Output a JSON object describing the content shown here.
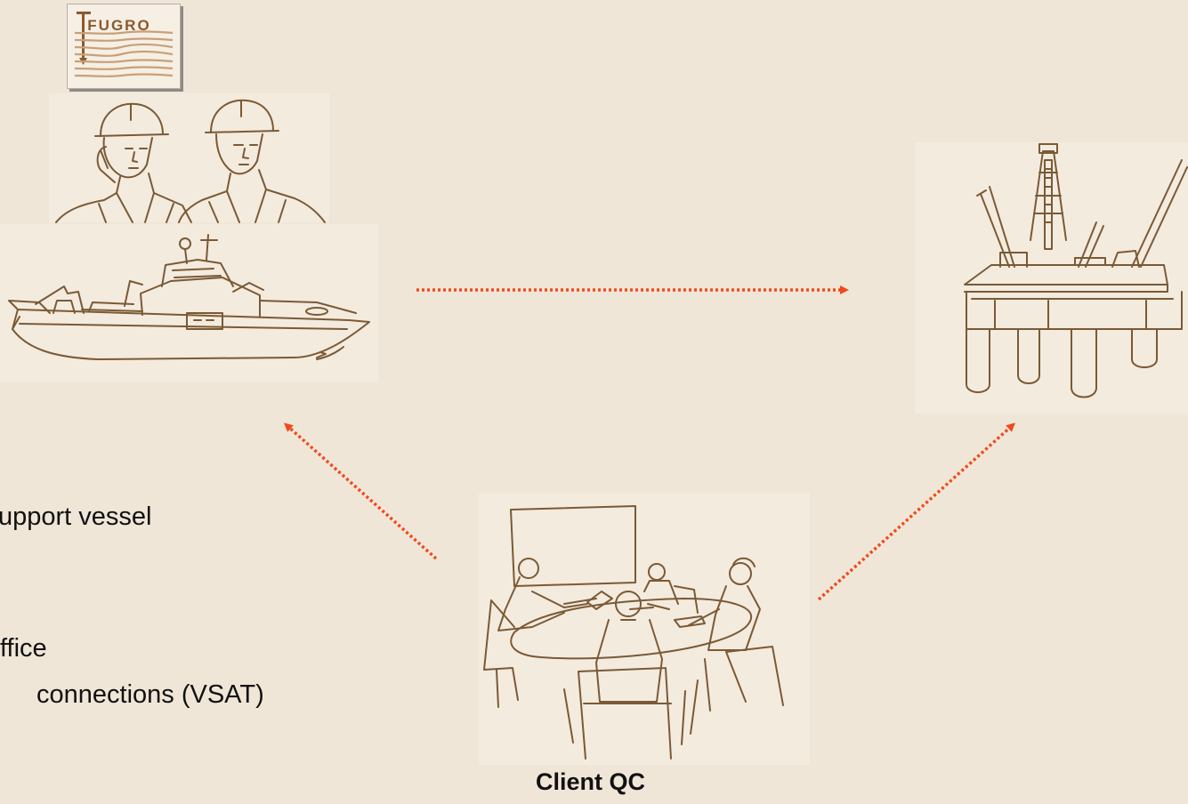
{
  "logo": {
    "text": "FUGRO"
  },
  "labels": {
    "vessel_line": "upport vessel",
    "office_line": "ffice",
    "connections_line": "connections (VSAT)",
    "client_caption": "Client QC"
  },
  "colors": {
    "background": "#f0e6d8",
    "line_art": "#7a5a35",
    "arrow": "#f04a1a",
    "logo_brown": "#8a5a2e"
  },
  "icons": [
    "fugro-logo-icon",
    "engineers-hardhat-icon",
    "survey-vessel-icon",
    "offshore-rig-icon",
    "client-meeting-icon",
    "dotted-arrow-icon"
  ]
}
